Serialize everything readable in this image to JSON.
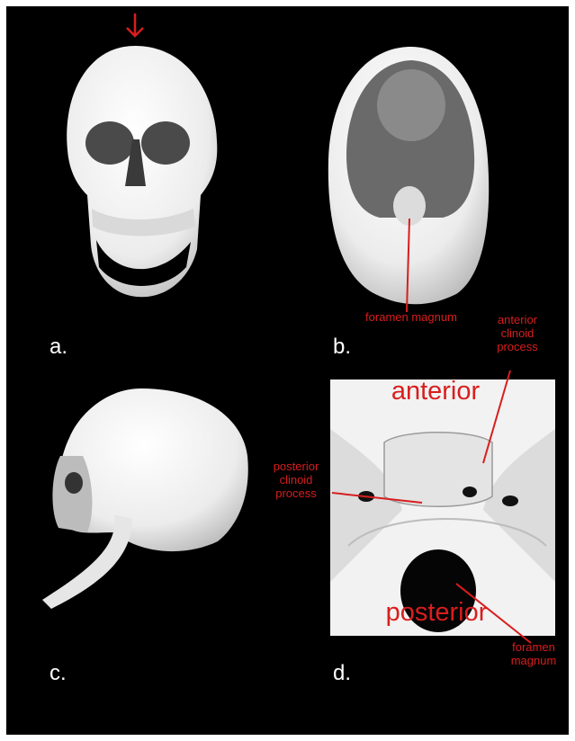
{
  "panels": {
    "a": {
      "letter": "a."
    },
    "b": {
      "letter": "b.",
      "label_foramen": "foramen magnum"
    },
    "c": {
      "letter": "c."
    },
    "d": {
      "letter": "d.",
      "label_anterior": "anterior",
      "label_posterior": "posterior",
      "label_anterior_clinoid": "anterior clinoid process",
      "label_posterior_clinoid": "posterior clinoid process",
      "label_foramen": "foramen magnum"
    }
  },
  "colors": {
    "background": "#000000",
    "bone": "#f4f4f4",
    "annotation": "#d81e1e",
    "letters": "#ffffff"
  },
  "icons": {
    "arrow": "down-arrow-icon"
  }
}
